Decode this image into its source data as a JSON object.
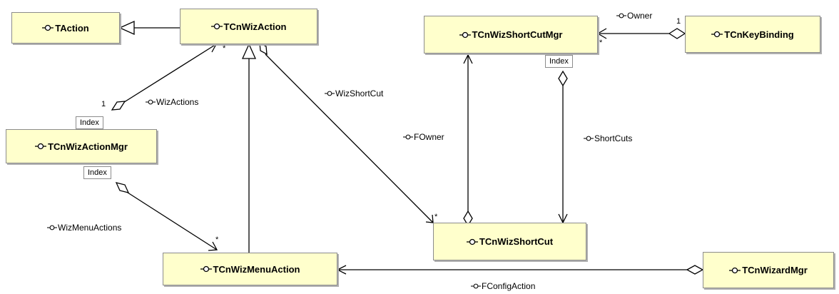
{
  "classes": {
    "taction": "TAction",
    "tcnwizaction": "TCnWizAction",
    "tcnwizshortcutmgr": "TCnWizShortCutMgr",
    "tcnkeybinding": "TCnKeyBinding",
    "tcnwizactionmgr": "TCnWizActionMgr",
    "tcnwizmenuaction": "TCnWizMenuAction",
    "tcnwizshortcut": "TCnWizShortCut",
    "tcnwizardmgr": "TCnWizardMgr"
  },
  "roles": {
    "owner": "Owner",
    "wizactions": "WizActions",
    "wizshortcut": "WizShortCut",
    "fowner": "FOwner",
    "shortcuts": "ShortCuts",
    "wizmenuactions": "WizMenuActions",
    "fconfigaction": "FConfigAction"
  },
  "qualifiers": {
    "actionmgr_top": "Index",
    "actionmgr_bottom": "Index",
    "shortcutmgr": "Index"
  },
  "multiplicities": {
    "keybinding_one": "1",
    "shortcutmgr_many": "*",
    "wizaction_many": "*",
    "actionmgr_one": "1",
    "menuaction_many": "*",
    "shortcut_many": "*"
  },
  "icon": "class-icon",
  "colors": {
    "box_fill": "#ffffcc",
    "box_border": "#8c8c8c",
    "line": "#000000"
  }
}
